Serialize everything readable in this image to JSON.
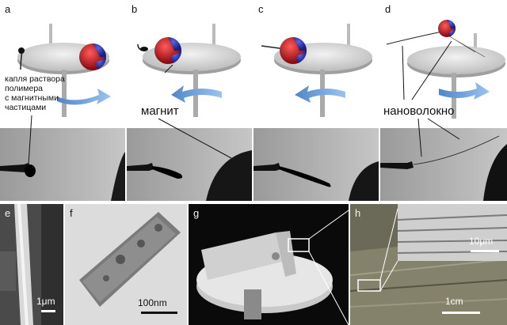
{
  "panels": {
    "a": {
      "label": "a"
    },
    "b": {
      "label": "b"
    },
    "c": {
      "label": "c"
    },
    "d": {
      "label": "d"
    },
    "e": {
      "label": "e",
      "scale": "1μm"
    },
    "f": {
      "label": "f",
      "scale": "100nm"
    },
    "g": {
      "label": "g"
    },
    "h": {
      "label": "h",
      "scale": "1cm",
      "inset_scale": "10μm"
    }
  },
  "annotations": {
    "drop": [
      "капля раствора",
      "полимера",
      "с магнитными",
      "частицами"
    ],
    "magnet": "магнит",
    "nanofiber": "нановолокно"
  },
  "colors": {
    "magnet_red": "#c0141c",
    "magnet_blue": "#2a2fae",
    "rotation_arrow": "#6d9fd6",
    "platform": "#d9d9d9"
  }
}
